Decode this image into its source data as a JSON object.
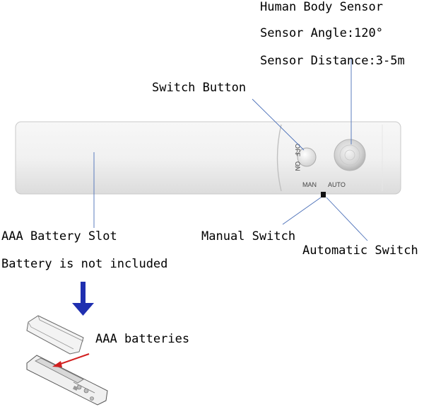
{
  "labels": {
    "sensor_title": "Human Body Sensor",
    "sensor_angle": "Sensor Angle:120°",
    "sensor_distance": "Sensor Distance:3-5m",
    "switch_button": "Switch Button",
    "battery_slot": "AAA Battery Slot",
    "battery_note": "Battery is not included",
    "manual_switch": "Manual Switch",
    "automatic_switch": "Automatic Switch",
    "aaa_batteries": "AAA batteries"
  },
  "device": {
    "off_label": "OFF",
    "on_label": "ON",
    "man_label": "MAN",
    "auto_label": "AUTO"
  },
  "colors": {
    "arrow_blue": "#1f2fb0",
    "battery_arrow_red": "#d22020",
    "leader_line": "#4a6fb8"
  }
}
